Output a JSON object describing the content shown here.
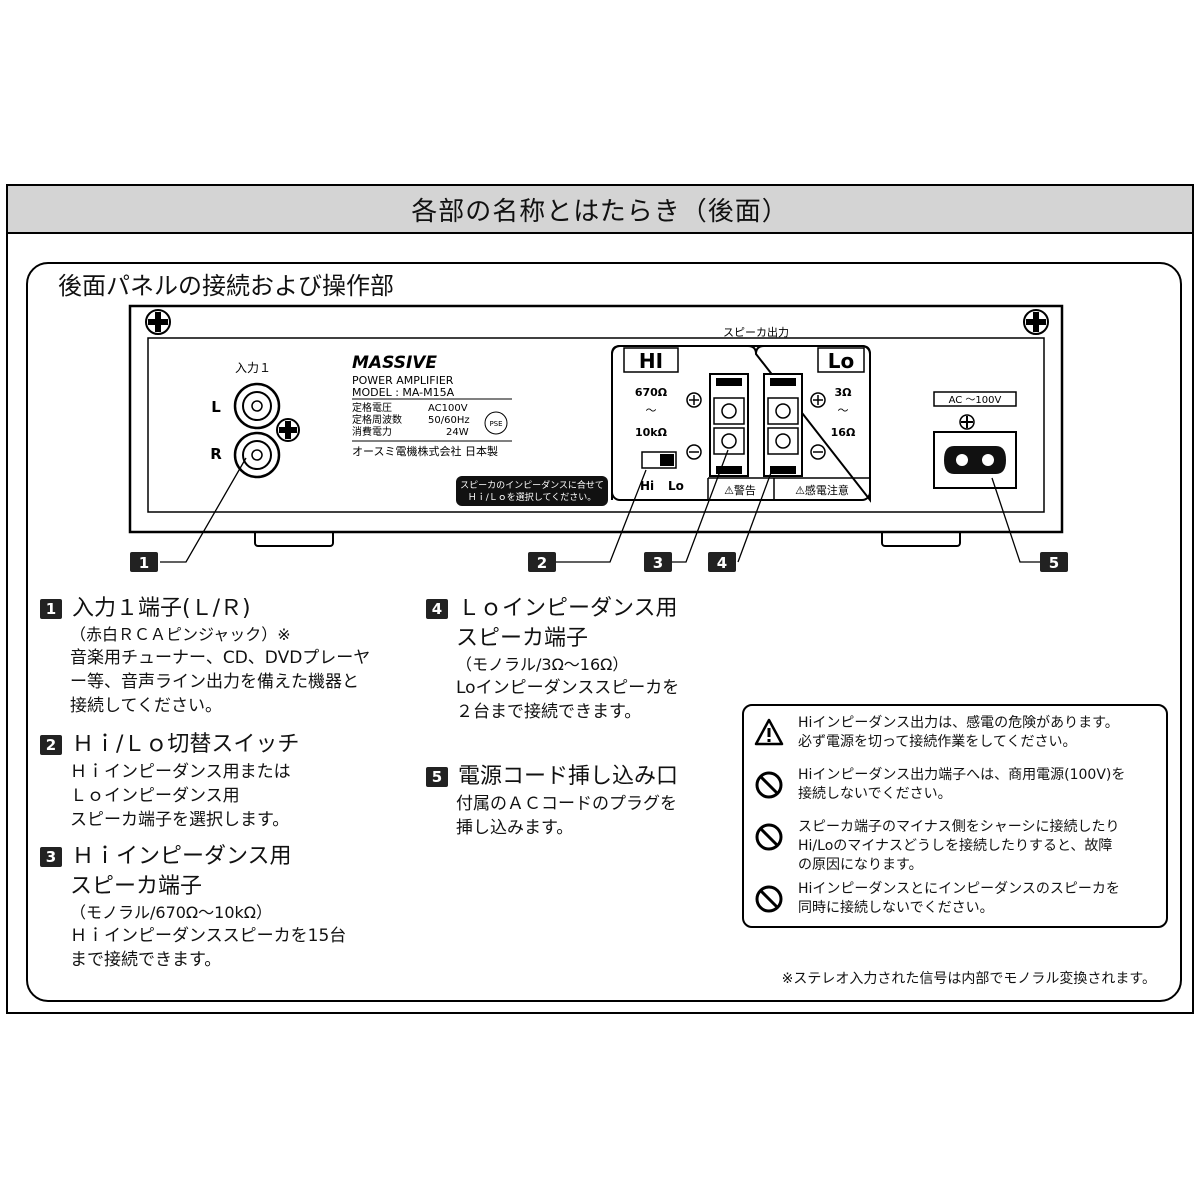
{
  "header": {
    "title": "各部の名称とはたらき（後面）"
  },
  "section": {
    "title": "後面パネルの接続および操作部"
  },
  "panel": {
    "input_label": "入力１",
    "l": "L",
    "r": "R",
    "brand": "MASSIVE",
    "product": "POWER AMPLIFIER",
    "model": "MODEL : MA-M15A",
    "spec_labels": [
      "定格電圧",
      "定格周波数",
      "消費電力"
    ],
    "spec_values": [
      "AC100V",
      "50/60Hz",
      "24W"
    ],
    "pse": "PSE",
    "maker": "オースミ電機株式会社 日本製",
    "note_lines": [
      "スピーカのインピーダンスに合せて",
      "Ｈｉ/Ｌｏを選択してください。"
    ],
    "speaker_out": "スピーカ出力",
    "hi": "HI",
    "lo": "Lo",
    "hi_imp_top": "670Ω",
    "hi_imp_tilde": "～",
    "hi_imp_bottom": "10kΩ",
    "lo_imp_top": "3Ω",
    "lo_imp_tilde": "～",
    "lo_imp_bottom": "16Ω",
    "switch_hi": "Hi",
    "switch_lo": "Lo",
    "warning_label": "⚠警告",
    "caution_label": "⚠感電注意",
    "ac_label": "AC ～100V",
    "callouts": [
      "1",
      "2",
      "3",
      "4",
      "5"
    ]
  },
  "items": [
    {
      "num": "1",
      "title": "入力１端子(Ｌ/Ｒ)",
      "sub": "（赤白ＲＣＡピンジャック）※",
      "desc": [
        "音楽用チューナー、CD、DVDプレーヤ",
        "ー等、音声ライン出力を備えた機器と",
        "接続してください。"
      ]
    },
    {
      "num": "2",
      "title": "Ｈｉ/Ｌｏ切替スイッチ",
      "desc": [
        "Ｈｉインピーダンス用または",
        "Ｌｏインピーダンス用",
        "スピーカ端子を選択します。"
      ]
    },
    {
      "num": "3",
      "title": "Ｈｉインピーダンス用",
      "title2": "スピーカ端子",
      "sub": "（モノラル/670Ω～10kΩ）",
      "desc": [
        "Ｈｉインピーダンススピーカを15台",
        "まで接続できます。"
      ]
    },
    {
      "num": "4",
      "title": "Ｌｏインピーダンス用",
      "title2": "スピーカ端子",
      "sub": "（モノラル/3Ω～16Ω）",
      "desc": [
        "Loインピーダンススピーカを",
        "２台まで接続できます。"
      ]
    },
    {
      "num": "5",
      "title": "電源コード挿し込み口",
      "desc": [
        "付属のＡＣコードのプラグを",
        "挿し込みます。"
      ]
    }
  ],
  "warnings": [
    {
      "icon": "warning-triangle-icon",
      "lines": [
        "Hiインピーダンス出力は、感電の危険があります。",
        "必ず電源を切って接続作業をしてください。"
      ]
    },
    {
      "icon": "prohibited-icon",
      "lines": [
        "Hiインピーダンス出力端子へは、商用電源(100V)を",
        "接続しないでください。"
      ]
    },
    {
      "icon": "prohibited-icon",
      "lines": [
        "スピーカ端子のマイナス側をシャーシに接続したり",
        "Hi/Loのマイナスどうしを接続したりすると、故障",
        "の原因になります。"
      ]
    },
    {
      "icon": "prohibited-icon",
      "lines": [
        "Hiインピーダンスとにインピーダンスのスピーカを",
        "同時に接続しないでください。"
      ]
    }
  ],
  "footnote": "※ステレオ入力された信号は内部でモノラル変換されます。"
}
